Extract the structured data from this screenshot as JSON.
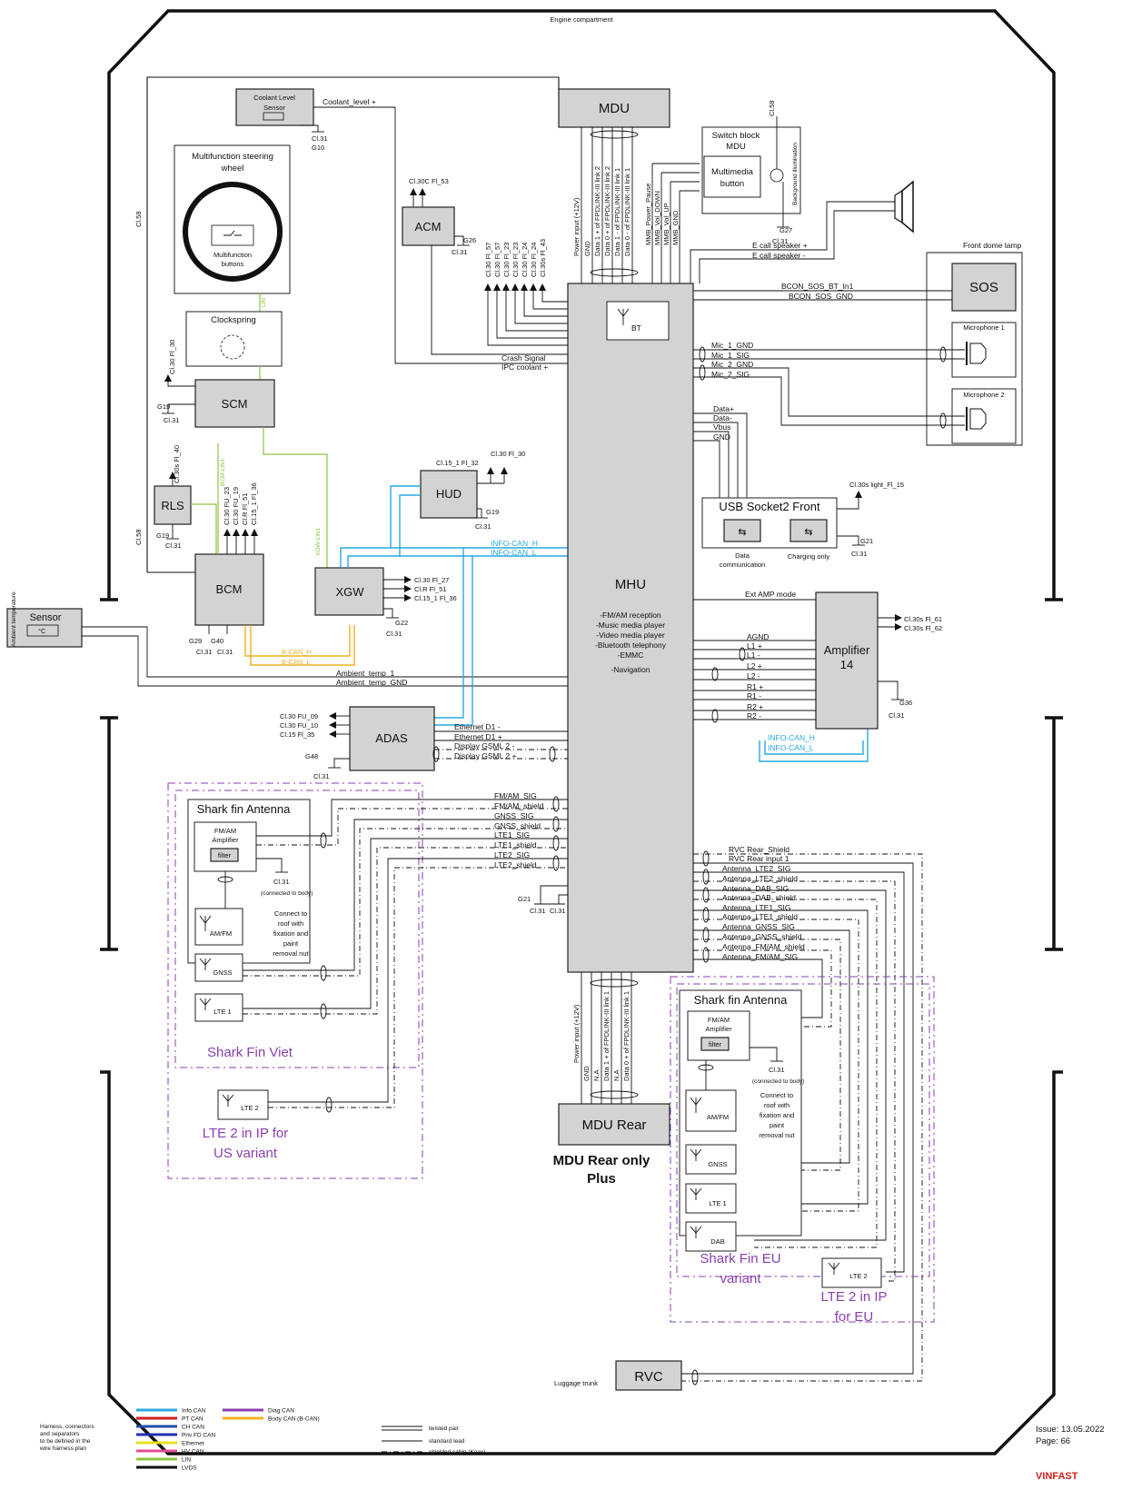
{
  "header": {
    "engine_compartment": "Engine compartment",
    "luggage_trunk": "Luggage trunk"
  },
  "modules": {
    "mdu": "MDU",
    "mdu_rear": "MDU Rear",
    "mdu_rear_note": [
      "MDU Rear only",
      "Plus"
    ],
    "mhu": "MHU",
    "mhu_features": [
      "-FM/AM reception",
      "-Music media player",
      "-Video media player",
      "-Bluetooth telephony",
      "-EMMC",
      "-Navigation"
    ],
    "bt": "BT",
    "acm": "ACM",
    "scm": "SCM",
    "rls": "RLS",
    "bcm": "BCM",
    "xgw": "XGW",
    "hud": "HUD",
    "adas": "ADAS",
    "sos": "SOS",
    "rvc": "RVC",
    "amplifier": [
      "Amplifier",
      "14"
    ],
    "coolant_sensor": [
      "Coolant Level",
      "Sensor"
    ],
    "steering_wheel": [
      "Multifunction steering",
      "wheel"
    ],
    "mf_buttons": [
      "Multifunction",
      "buttons"
    ],
    "clockspring": "Clockspring",
    "switch_block": [
      "Switch block",
      "MDU"
    ],
    "multimedia_button": [
      "Multimedia",
      "button"
    ],
    "background_illumination": "Background illumination",
    "front_dome_lamp": "Front dome lamp",
    "microphone_1": "Microphone 1",
    "microphone_2": "Microphone 2",
    "usb_socket": "USB Socket2 Front",
    "usb_data": [
      "Data",
      "communication"
    ],
    "usb_charging": "Charging only",
    "sensor": "Sensor",
    "sensor_unit": "°C",
    "ambient_temperature": "Ambient temperature"
  },
  "antenna_viet": {
    "title": "Shark fin Antenna",
    "amp": [
      "FM/AM",
      "Amplifier"
    ],
    "filter": "filter",
    "ground": "Cl.31",
    "ground_note": "(connected to body)",
    "connect_note": [
      "Connect to",
      "roof with",
      "fixation and",
      "paint",
      "removal nut"
    ],
    "am_fm": "AM/FM",
    "gnss": "GNSS",
    "lte1": "LTE 1",
    "caption": "Shark Fin Viet"
  },
  "lte2_us": {
    "label": "LTE 2",
    "caption": [
      "LTE 2 in IP for",
      "US variant"
    ]
  },
  "antenna_eu": {
    "title": "Shark fin Antenna",
    "amp": [
      "FM/AM",
      "Amplifier"
    ],
    "filter": "filter",
    "ground": "Cl.31",
    "ground_note": "(connected to body)",
    "connect_note": [
      "Connect to",
      "roof with",
      "fixation and",
      "paint",
      "removal nut"
    ],
    "am_fm": "AM/FM",
    "gnss": "GNSS",
    "lte1": "LTE 1",
    "dab": "DAB",
    "caption": [
      "Shark Fin EU",
      "variant"
    ]
  },
  "lte2_eu": {
    "label": "LTE 2",
    "caption": [
      "LTE 2 in IP",
      "for EU"
    ]
  },
  "signals": {
    "coolant": "Coolant_level +",
    "mdu_to_mhu": [
      "GND",
      "Data 1 + of FPDLINK-III link 2",
      "Data 0 + of FPDLINK-III link 2",
      "Data 1 - of FPDLINK-III link 1",
      "Data 0 - of FPDLINK-III link 1"
    ],
    "mdu_power": "Power input (+12V)",
    "mmb": [
      "MMB_Power_Pause",
      "MMB_Vol_DOWN",
      "MMB_Vol_UP",
      "MMB_GND"
    ],
    "cl58": "Cl.58",
    "e_call_plus": "E call speaker +",
    "e_call_minus": "E call speaker -",
    "bcon_in": "BCON_SOS_BT_In1",
    "bcon_gnd": "BCON_SOS_GND",
    "fuses_top": [
      "Cl.30 Fl_57",
      "Cl.30 Fl_57",
      "Cl.30 Fl_23",
      "Cl.30 Fl_23",
      "Cl.30 Fl_24",
      "Cl.30 Fl_24",
      "Cl.30s Fl_43"
    ],
    "acm_fuse": "Cl.30C Fl_53",
    "crash": "Crash Signal",
    "ipc_coolant": "IPC coolant +",
    "mic": [
      "Mic_1_GND",
      "Mic_1_SIG",
      "Mic_2_GND",
      "Mic_2_SIG"
    ],
    "usb_lines": [
      "Data+",
      "Data-",
      "Vbus",
      "GND"
    ],
    "usb_fuse": "Cl.30s light_Fl_15",
    "hud_fuse1": "Cl.15_1 Fl_32",
    "hud_fuse2": "Cl.30 Fl_30",
    "info_can_h": "INFO-CAN_H",
    "info_can_l": "INFO-CAN_L",
    "xgw_fuses": [
      "Cl.30 Fl_27",
      "Cl.R Fl_51",
      "Cl.15_1 Fl_36"
    ],
    "b_can_h": "B-CAN_H",
    "b_can_l": "B-CAN_L",
    "ambient_temp": "Ambient_temp_1",
    "ambient_gnd": "Ambient_temp_GND",
    "ext_amp": "Ext AMP mode",
    "amp_fuses": [
      "Cl.30s Fl_61",
      "Cl.30s Fl_62"
    ],
    "amp_lines": [
      "AGND",
      "L1 +",
      "L1 -",
      "L2 +",
      "L2 -",
      "R1 +",
      "R1 -",
      "R2 +",
      "R2 -"
    ],
    "adas_fuses": [
      "Cl.30 FU_09",
      "Cl.30 FU_10",
      "Cl.15 Fl_35"
    ],
    "adas_lines": [
      "Ethernet D1 -",
      "Ethernet D1 +",
      "Display GSML 2 -",
      "Display GSML 2 +"
    ],
    "antenna_left": [
      "FM/AM_SIG",
      "FM/AM_shield",
      "GNSS_SIG",
      "GNSS_shield",
      "LTE1_SIG",
      "LTE1_shield",
      "LTE2_SIG",
      "LTE2_shield"
    ],
    "antenna_right": [
      "RVC Rear_Shield",
      "RVC Rear input 1",
      "Antenna_LTE2_SIG",
      "Antenna_LTE2_shield",
      "Antenna_DAB_SIG",
      "Antenna_DAB_shield",
      "Antenna_LTE1_SIG",
      "Antenna_LTE1_shield",
      "Antenna_GNSS_SIG",
      "Antenna_GNSS_shield",
      "Antenna_FM/AM_shield",
      "Antenna_FM/AM_SIG"
    ],
    "mdu_rear_lines": [
      "Power input (+12V)",
      "GND",
      "N.A",
      "Data 1 + of FPDLINK-III link 1",
      "N.A",
      "Data 0 + of FPDLINK-III link 1"
    ],
    "bcm_fuses": [
      "Cl.30 FU_23",
      "Cl.30 FU_19",
      "Cl.R Fl_51",
      "Cl.15_1 Fl_36"
    ],
    "bcm_lin": "BCM-LIN1",
    "xgw_lin": "XGW-LIN1",
    "lin": "LIN",
    "scm_fuse": "Cl.30 Fl_30",
    "rls_fuse": "Cl.30s Fl_40"
  },
  "grounds": {
    "coolant": [
      "Cl.31",
      "G10"
    ],
    "acm": [
      "G26",
      "Cl.31"
    ],
    "switch": [
      "G27",
      "Cl.31"
    ],
    "scm": [
      "G19",
      "Cl.31"
    ],
    "rls": [
      "G19",
      "Cl.31"
    ],
    "bcm": [
      "G29",
      "G40",
      "Cl.31",
      "Cl.31"
    ],
    "hud": [
      "G19",
      "Cl.31"
    ],
    "xgw": [
      "G22",
      "Cl.31"
    ],
    "usb": [
      "G21",
      "Cl.31"
    ],
    "amp": [
      "G36",
      "Cl.31"
    ],
    "adas": [
      "G48",
      "Cl.31"
    ],
    "mhu": [
      "G21",
      "Cl.31",
      "Cl.31"
    ]
  },
  "legend": {
    "note": [
      "Harness, connectors",
      "and separators",
      "to be defined in the",
      "wire harness plan"
    ],
    "colors": [
      {
        "label": "Info CAN",
        "color": "#29a8e0"
      },
      {
        "label": "PT CAN",
        "color": "#d02020"
      },
      {
        "label": "CH CAN",
        "color": "#1f4fa8"
      },
      {
        "label": "Priv FD CAN",
        "color": "#2030b0"
      },
      {
        "label": "Ethernet",
        "color": "#e8e020"
      },
      {
        "label": "HV CAN",
        "color": "#e05090"
      },
      {
        "label": "LIN",
        "color": "#8cc63f"
      },
      {
        "label": "LVDS",
        "color": "#111111"
      },
      {
        "label": "Diag CAN",
        "color": "#8a3fb0"
      },
      {
        "label": "Body CAN (B-CAN)",
        "color": "#f0b020"
      }
    ],
    "twisted": "twisted pair",
    "standard": "standard lead",
    "shielded": "shielded cable (Koax)"
  },
  "footer": {
    "issue": "Issue:  13.05.2022",
    "page": "Page:     66",
    "brand": "VINFAST"
  }
}
